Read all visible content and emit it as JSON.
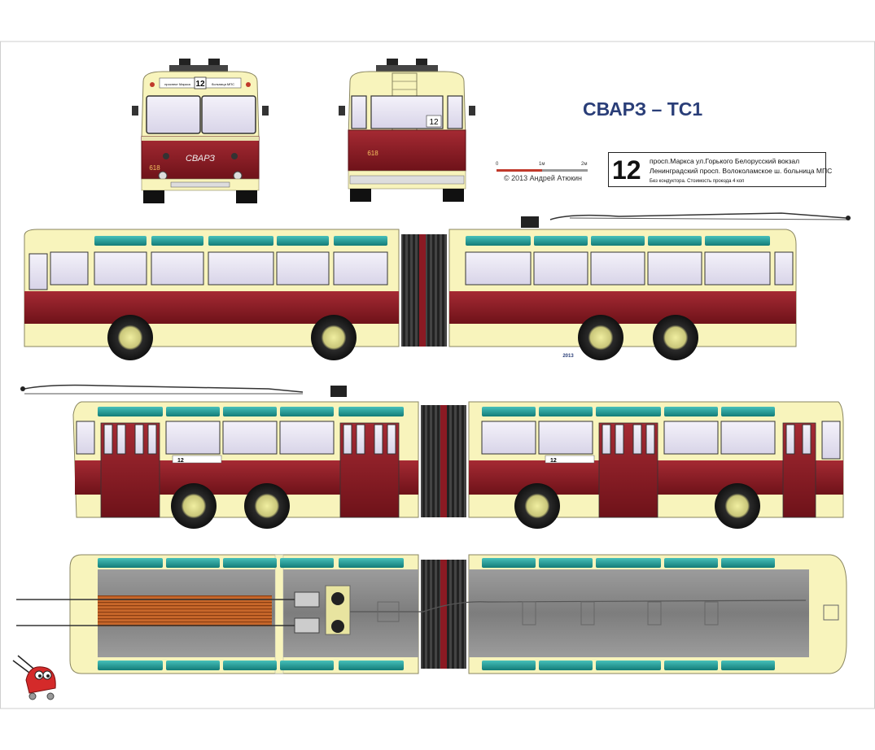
{
  "title": "СВАРЗ – ТС1",
  "copyright": "© 2013 Андрей Атюкин",
  "scale": {
    "mark0": "0",
    "mark1": "1м",
    "mark2": "2м"
  },
  "route_sign": {
    "number": "12",
    "line1": "просп.Маркса  ул.Горького Белорусский вокзал",
    "line2": "Ленинградский просп. Волоколамское ш. больница МПС",
    "line3": "Без кондуктора. Стоимость проезда 4 коп"
  },
  "front_view": {
    "route_number": "12",
    "fleet_number": "618",
    "sign_left": "проспект Маркса",
    "sign_right": "больница МПС",
    "badge": "СВАРЗ"
  },
  "rear_view": {
    "route_number": "12",
    "fleet_number": "618"
  },
  "side_plate_number": "12",
  "year_badge": "2013",
  "colors": {
    "cream": "#f8f4bc",
    "maroon": "#8b1a23",
    "teal": "#1f9e9a",
    "window": "#e6e2f2",
    "roof_grey": "#8a8a8a",
    "accent": "#2a3e78"
  }
}
